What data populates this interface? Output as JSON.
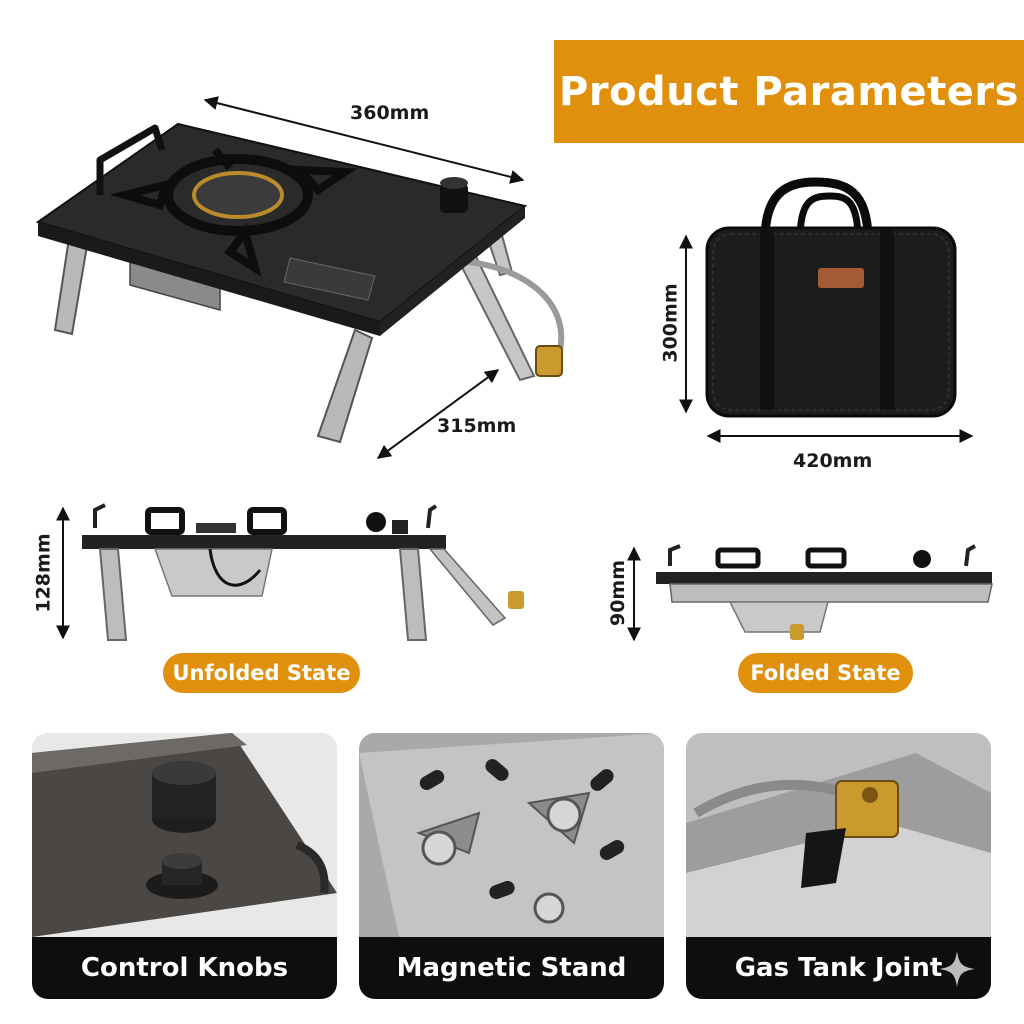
{
  "header": {
    "title": "Product Parameters"
  },
  "main_view": {
    "width_label": "360mm",
    "depth_label": "315mm",
    "stove_icon": "camping-stove-illustration"
  },
  "bag_view": {
    "height_label": "300mm",
    "width_label": "420mm",
    "bag_icon": "carry-bag-illustration"
  },
  "unfolded": {
    "height_label": "128mm",
    "state_label": "Unfolded State"
  },
  "folded": {
    "height_label": "90mm",
    "state_label": "Folded State"
  },
  "features": [
    {
      "label": "Control Knobs",
      "icon": "knob-photo"
    },
    {
      "label": "Magnetic Stand",
      "icon": "magnet-photo"
    },
    {
      "label": "Gas Tank Joint",
      "icon": "gas-joint-photo"
    }
  ],
  "corner_icon": "sparkle-icon",
  "colors": {
    "accent": "#e0900d",
    "caption_bg": "#0e0e0e",
    "text": "#1a1a1a"
  }
}
